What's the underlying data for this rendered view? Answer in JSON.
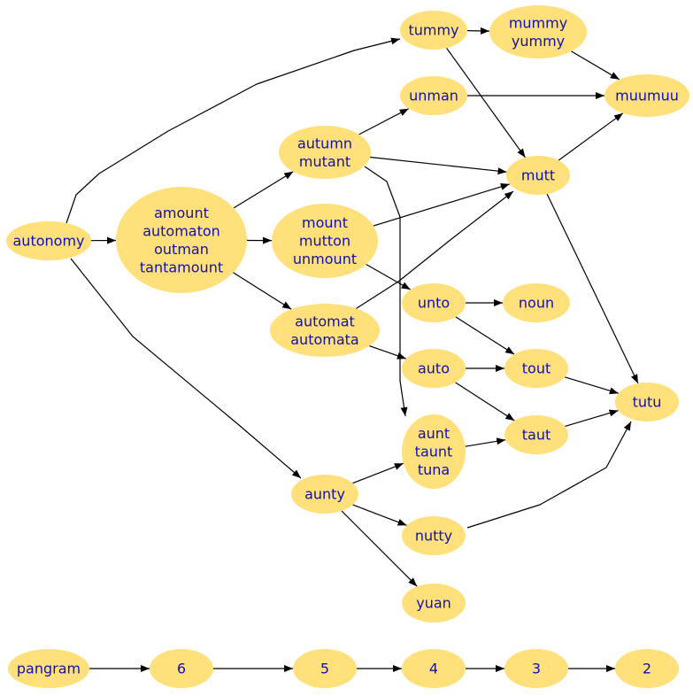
{
  "nodes": [
    {
      "id": "autonomy",
      "lines": [
        "autonomy"
      ],
      "interactable": false
    },
    {
      "id": "amount",
      "lines": [
        "amount",
        "automaton",
        "outman",
        "tantamount"
      ],
      "interactable": false
    },
    {
      "id": "tummy",
      "lines": [
        "tummy"
      ],
      "interactable": false
    },
    {
      "id": "mummy",
      "lines": [
        "mummy",
        "yummy"
      ],
      "interactable": false
    },
    {
      "id": "muumuu",
      "lines": [
        "muumuu"
      ],
      "interactable": false
    },
    {
      "id": "unman",
      "lines": [
        "unman"
      ],
      "interactable": false
    },
    {
      "id": "autumn",
      "lines": [
        "autumn",
        "mutant"
      ],
      "interactable": false
    },
    {
      "id": "mutt",
      "lines": [
        "mutt"
      ],
      "interactable": false
    },
    {
      "id": "mount",
      "lines": [
        "mount",
        "mutton",
        "unmount"
      ],
      "interactable": false
    },
    {
      "id": "automat",
      "lines": [
        "automat",
        "automata"
      ],
      "interactable": false
    },
    {
      "id": "unto",
      "lines": [
        "unto"
      ],
      "interactable": false
    },
    {
      "id": "noun",
      "lines": [
        "noun"
      ],
      "interactable": false
    },
    {
      "id": "auto",
      "lines": [
        "auto"
      ],
      "interactable": false
    },
    {
      "id": "tout",
      "lines": [
        "tout"
      ],
      "interactable": false
    },
    {
      "id": "tutu",
      "lines": [
        "tutu"
      ],
      "interactable": false
    },
    {
      "id": "aunt",
      "lines": [
        "aunt",
        "taunt",
        "tuna"
      ],
      "interactable": false
    },
    {
      "id": "taut",
      "lines": [
        "taut"
      ],
      "interactable": false
    },
    {
      "id": "aunty",
      "lines": [
        "aunty"
      ],
      "interactable": false
    },
    {
      "id": "nutty",
      "lines": [
        "nutty"
      ],
      "interactable": false
    },
    {
      "id": "yuan",
      "lines": [
        "yuan"
      ],
      "interactable": false
    },
    {
      "id": "pangram",
      "lines": [
        "pangram"
      ],
      "interactable": false
    },
    {
      "id": "n6",
      "lines": [
        "6"
      ],
      "interactable": false
    },
    {
      "id": "n5",
      "lines": [
        "5"
      ],
      "interactable": false
    },
    {
      "id": "n4",
      "lines": [
        "4"
      ],
      "interactable": false
    },
    {
      "id": "n3",
      "lines": [
        "3"
      ],
      "interactable": false
    },
    {
      "id": "n2",
      "lines": [
        "2"
      ],
      "interactable": false
    }
  ],
  "edges": [
    {
      "from": "autonomy",
      "to": "tummy"
    },
    {
      "from": "autonomy",
      "to": "amount"
    },
    {
      "from": "autonomy",
      "to": "aunty"
    },
    {
      "from": "amount",
      "to": "autumn"
    },
    {
      "from": "amount",
      "to": "mount"
    },
    {
      "from": "amount",
      "to": "automat"
    },
    {
      "from": "tummy",
      "to": "mummy"
    },
    {
      "from": "tummy",
      "to": "mutt"
    },
    {
      "from": "mummy",
      "to": "muumuu"
    },
    {
      "from": "unman",
      "to": "muumuu"
    },
    {
      "from": "autumn",
      "to": "unman"
    },
    {
      "from": "autumn",
      "to": "mutt"
    },
    {
      "from": "autumn",
      "to": "aunt"
    },
    {
      "from": "mount",
      "to": "mutt"
    },
    {
      "from": "mount",
      "to": "unto"
    },
    {
      "from": "automat",
      "to": "mutt"
    },
    {
      "from": "automat",
      "to": "auto"
    },
    {
      "from": "mutt",
      "to": "muumuu"
    },
    {
      "from": "mutt",
      "to": "tutu"
    },
    {
      "from": "unto",
      "to": "noun"
    },
    {
      "from": "unto",
      "to": "tout"
    },
    {
      "from": "auto",
      "to": "tout"
    },
    {
      "from": "auto",
      "to": "taut"
    },
    {
      "from": "tout",
      "to": "tutu"
    },
    {
      "from": "taut",
      "to": "tutu"
    },
    {
      "from": "aunt",
      "to": "taut"
    },
    {
      "from": "aunty",
      "to": "aunt"
    },
    {
      "from": "aunty",
      "to": "nutty"
    },
    {
      "from": "aunty",
      "to": "yuan"
    },
    {
      "from": "nutty",
      "to": "tutu"
    },
    {
      "from": "pangram",
      "to": "n6"
    },
    {
      "from": "n6",
      "to": "n5"
    },
    {
      "from": "n5",
      "to": "n4"
    },
    {
      "from": "n4",
      "to": "n3"
    },
    {
      "from": "n3",
      "to": "n2"
    }
  ]
}
